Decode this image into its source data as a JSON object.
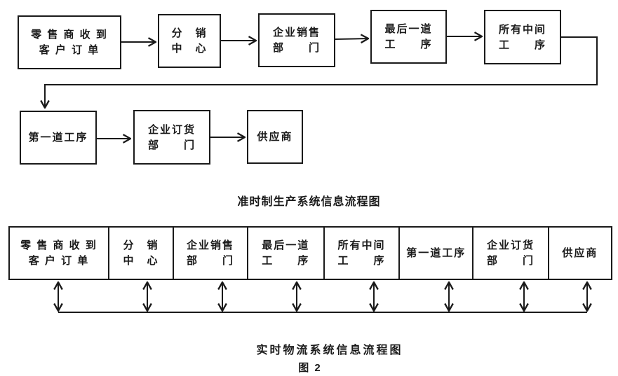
{
  "colors": {
    "ink": "#1a1a1a",
    "background": "#ffffff"
  },
  "figure": {
    "label": "图 2"
  },
  "jit": {
    "caption": "准时制生产系统信息流程图",
    "boxes": {
      "retailer": {
        "line1": "零 售 商 收 到",
        "line2": "客 户 订 单"
      },
      "distribution": {
        "line1": "分　销",
        "line2": "中　心"
      },
      "sales": {
        "line1": "企业销售",
        "line2": "部　　门"
      },
      "last_process": {
        "line1": "最后一道",
        "line2": "工　　序"
      },
      "intermediate": {
        "line1": "所有中间",
        "line2": "工　　序"
      },
      "first_process": {
        "line1": "第一道工序"
      },
      "ordering": {
        "line1": "企业订货",
        "line2": "部　　门"
      },
      "supplier": {
        "line1": "供应商"
      }
    }
  },
  "realtime": {
    "caption": "实时物流系统信息流程图",
    "cells": [
      {
        "line1": "零 售 商 收 到",
        "line2": "客 户 订 单"
      },
      {
        "line1": "分　销",
        "line2": "中　心"
      },
      {
        "line1": "企业销售",
        "line2": "部　　门"
      },
      {
        "line1": "最后一道",
        "line2": "工　　序"
      },
      {
        "line1": "所有中间",
        "line2": "工　　序"
      },
      {
        "line1": "第一道工序"
      },
      {
        "line1": "企业订货",
        "line2": "部　　门"
      },
      {
        "line1": "供应商"
      }
    ]
  }
}
